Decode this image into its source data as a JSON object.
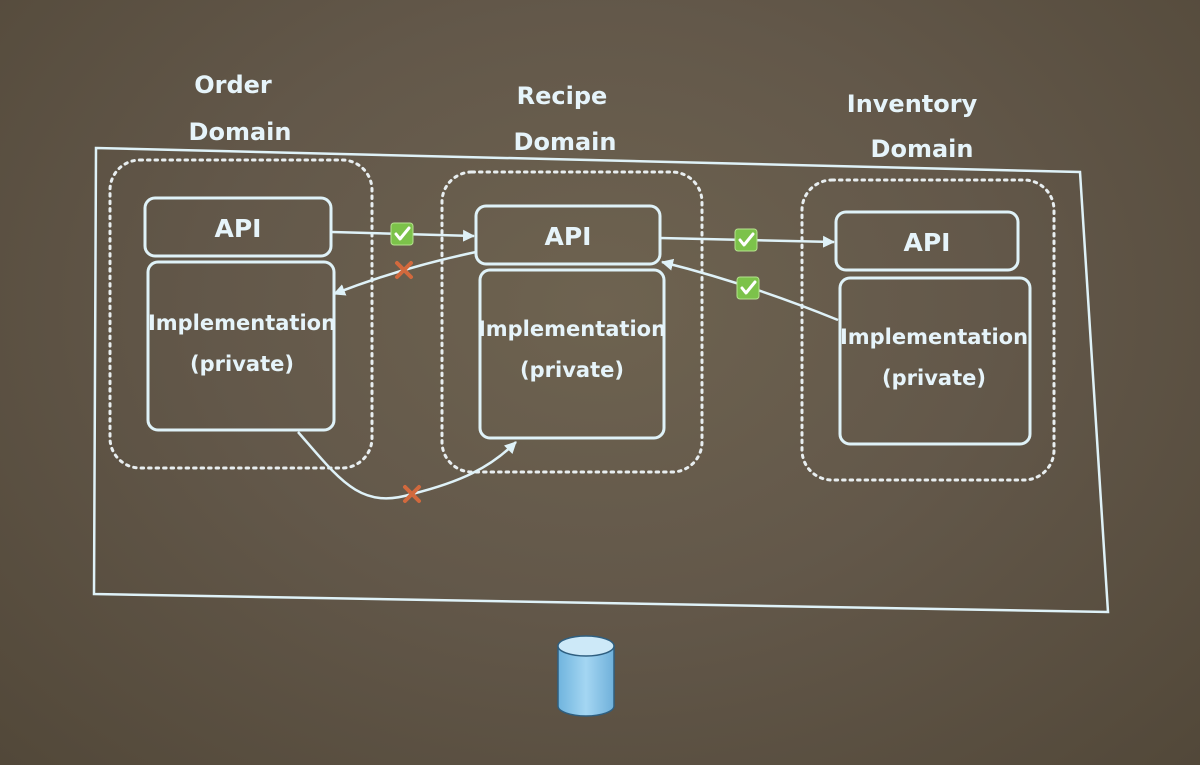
{
  "domains": {
    "order": {
      "title_line1": "Order",
      "title_line2": "Domain",
      "api_label": "API",
      "impl_line1": "Implementation",
      "impl_line2": "(private)"
    },
    "recipe": {
      "title_line1": "Recipe",
      "title_line2": "Domain",
      "api_label": "API",
      "impl_line1": "Implementation",
      "impl_line2": "(private)"
    },
    "inventory": {
      "title_line1": "Inventory",
      "title_line2": "Domain",
      "api_label": "API",
      "impl_line1": "Implementation",
      "impl_line2": "(private)"
    }
  },
  "relations": [
    {
      "from": "order-api",
      "to": "recipe-api",
      "allowed": true
    },
    {
      "from": "recipe-api",
      "to": "order-implementation",
      "allowed": false
    },
    {
      "from": "order-implementation",
      "to": "recipe-implementation",
      "allowed": false
    },
    {
      "from": "recipe-api",
      "to": "inventory-api",
      "allowed": true
    },
    {
      "from": "inventory-implementation",
      "to": "recipe-api",
      "allowed": true
    }
  ],
  "icons": {
    "allowed": "check-icon",
    "forbidden": "cross-icon",
    "database": "database-icon"
  },
  "colors": {
    "background": "#63584a",
    "line": "#dff2f8",
    "check_green": "#7cc24a",
    "cross_orange": "#d2693d",
    "database_fill": "#8fc8ea"
  }
}
